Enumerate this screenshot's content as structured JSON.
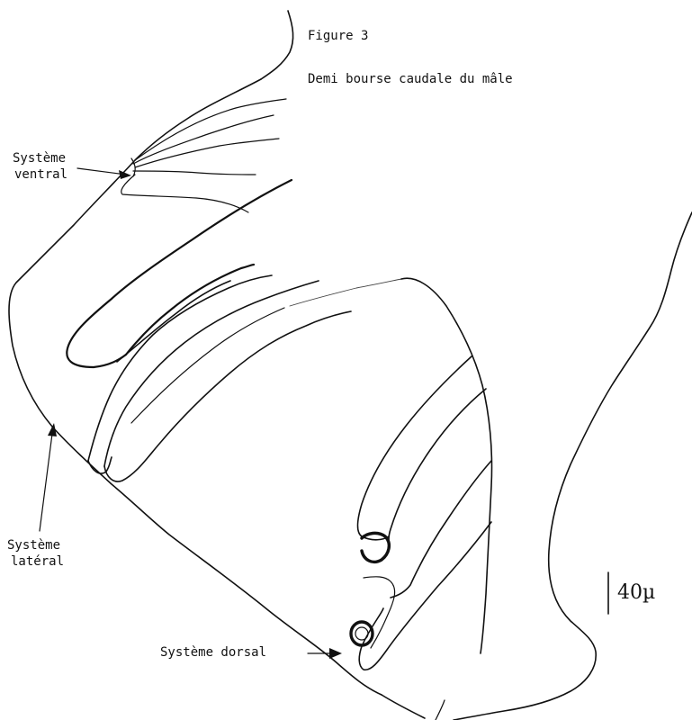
{
  "figure": {
    "title": "Figure 3",
    "caption": "Demi bourse caudale du mâle"
  },
  "labels": {
    "ventral_line1": "Système",
    "ventral_line2": "ventral",
    "lateral_line1": "Système",
    "lateral_line2": "latéral",
    "dorsal": "Système dorsal"
  },
  "scale_bar": {
    "text": "40µ"
  }
}
